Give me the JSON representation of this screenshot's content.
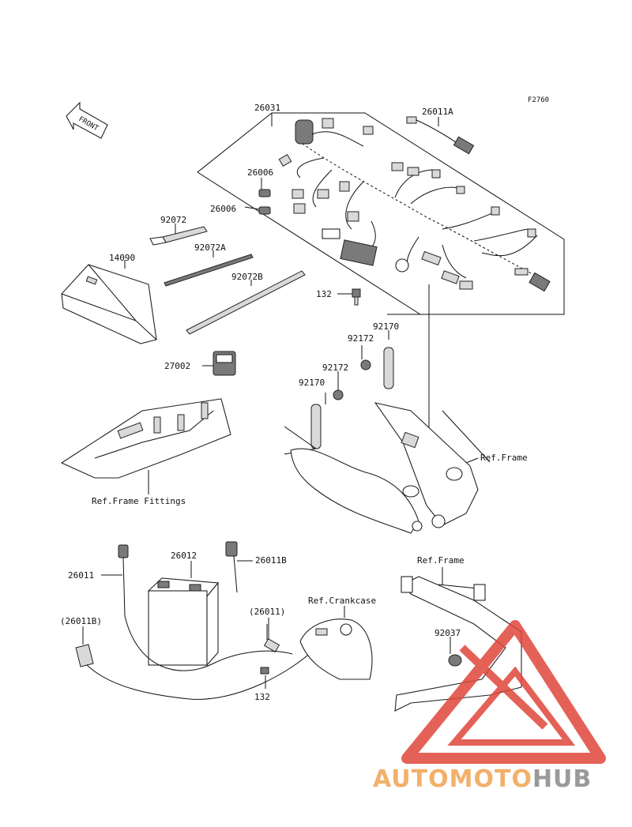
{
  "figure_id": "F2760",
  "front_label": "FRONT",
  "parts": {
    "harness_main": "26031",
    "lead_26011A": "26011A",
    "fuse_26006_a": "26006",
    "fuse_26006_b": "26006",
    "band_92072": "92072",
    "band_92072A": "92072A",
    "band_92072B": "92072B",
    "cover_14090": "14090",
    "relay_27002": "27002",
    "bolt_132_top": "132",
    "collar_92170_a": "92170",
    "collar_92170_b": "92170",
    "bolt_92172_a": "92172",
    "bolt_92172_b": "92172",
    "battery_26012": "26012",
    "lead_26011": "26011",
    "lead_26011B": "26011B",
    "lead_26011_paren": "(26011)",
    "lead_26011B_paren": "(26011B)",
    "bolt_132_bottom": "132",
    "damper_92037": "92037"
  },
  "refs": {
    "frame_1": "Ref.Frame",
    "frame_fittings": "Ref.Frame Fittings",
    "frame_2": "Ref.Frame",
    "crankcase": "Ref.Crankcase"
  },
  "watermark": {
    "part1": "AUTOMOTO",
    "part2": "HUB",
    "color1": "#f2b06a",
    "color2": "#9a9a9a",
    "logo_color": "#e0463a"
  }
}
